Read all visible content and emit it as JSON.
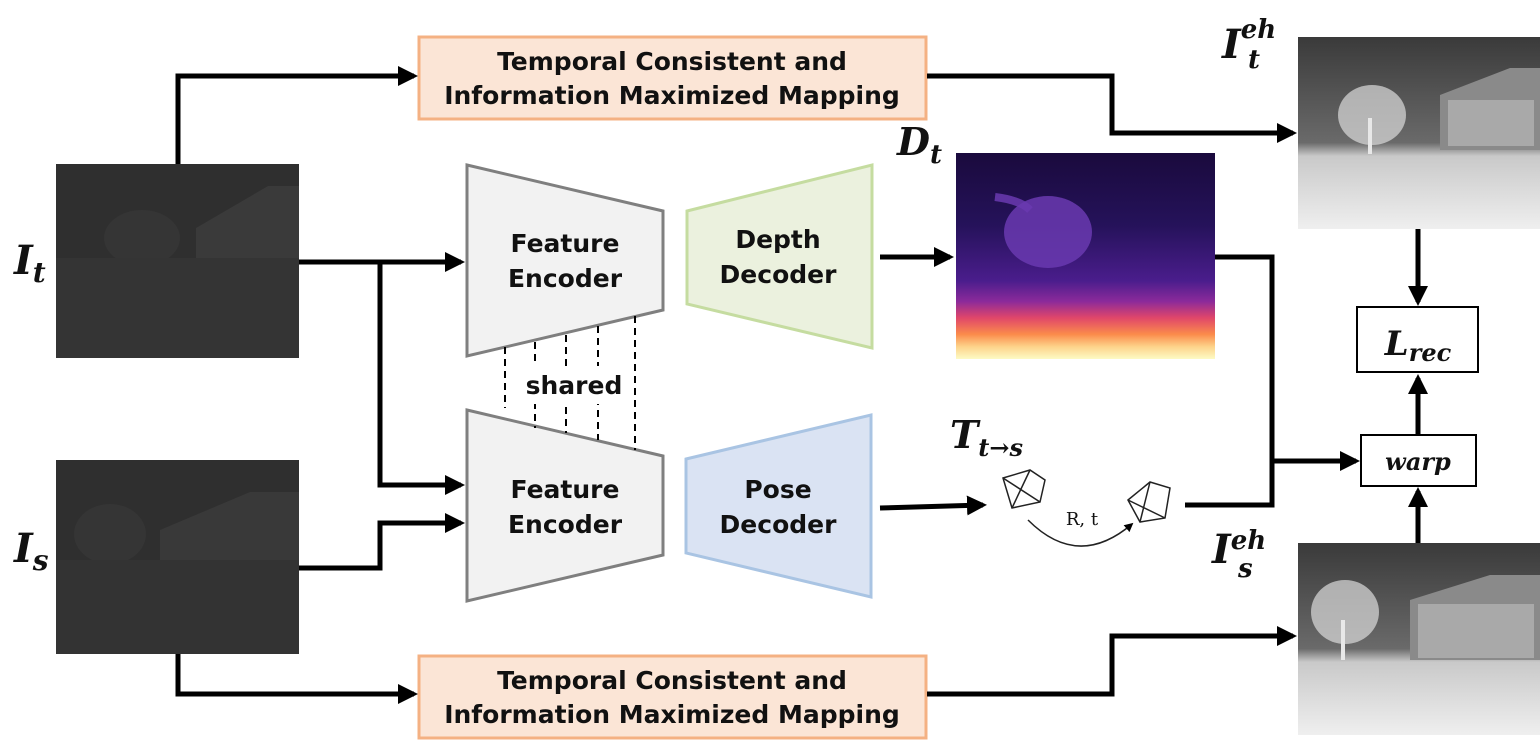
{
  "mapping_top": {
    "line1": "Temporal Consistent and",
    "line2": "Information Maximized Mapping"
  },
  "mapping_bottom": {
    "line1": "Temporal Consistent and",
    "line2": "Information Maximized Mapping"
  },
  "encoder_top": {
    "line1": "Feature",
    "line2": "Encoder"
  },
  "encoder_bottom": {
    "line1": "Feature",
    "line2": "Encoder"
  },
  "depth_decoder": {
    "line1": "Depth",
    "line2": "Decoder"
  },
  "pose_decoder": {
    "line1": "Pose",
    "line2": "Decoder"
  },
  "shared_label": "shared",
  "labels": {
    "it": {
      "main": "I",
      "sub": "t"
    },
    "is": {
      "main": "I",
      "sub": "s"
    },
    "dt": {
      "main": "D",
      "sub": "t"
    },
    "tts": {
      "main": "T",
      "sub": "t→s"
    },
    "iteh": {
      "main": "I",
      "sub": "t",
      "sup": "eh"
    },
    "iseh": {
      "main": "I",
      "sub": "s",
      "sup": "eh"
    },
    "lrec": {
      "main": "L",
      "sub": "rec"
    }
  },
  "warp_label": "warp",
  "rt_label": "R, t",
  "colors": {
    "mapping_fill": "#fbe5d6",
    "mapping_border": "#f4b183",
    "encoder_fill": "#f2f2f2",
    "encoder_border": "#7f7f7f",
    "depth_fill": "#ebf1de",
    "depth_border": "#c5dca0",
    "pose_fill": "#dae3f3",
    "pose_border": "#a9c4e3",
    "thermal_dark": "#2f2f2f"
  }
}
